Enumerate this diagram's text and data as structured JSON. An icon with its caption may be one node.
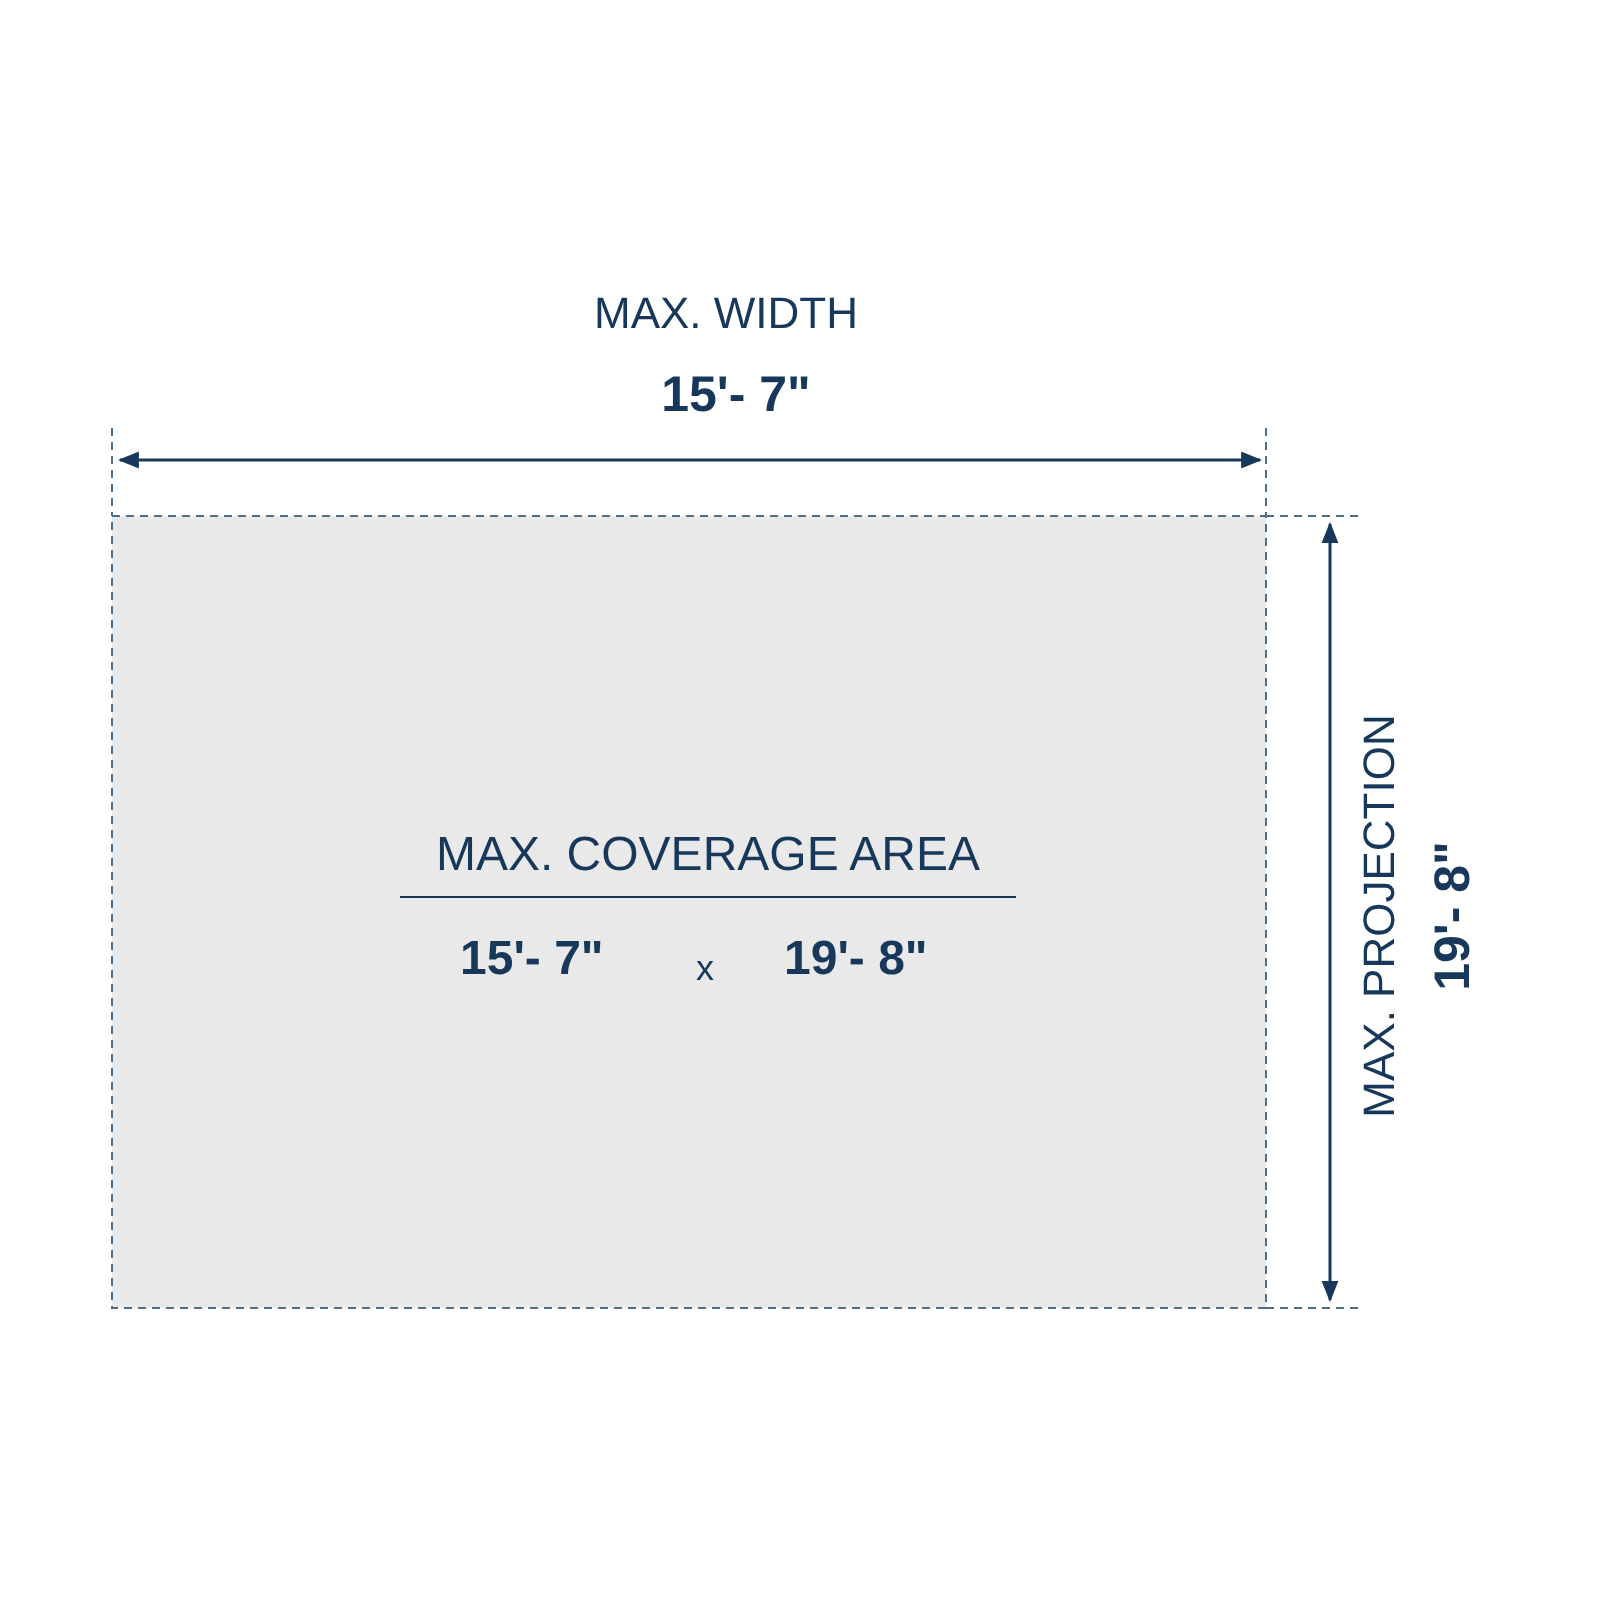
{
  "diagram": {
    "nodes": [
      {
        "text": [
          "MAX. COVERAGE AREA",
          "15'- 7\"",
          "x",
          "19'- 8\""
        ]
      }
    ],
    "labels": [
      "MAX. WIDTH",
      "15'- 7\"",
      "MAX. PROJECTION",
      "19'- 8\""
    ]
  }
}
